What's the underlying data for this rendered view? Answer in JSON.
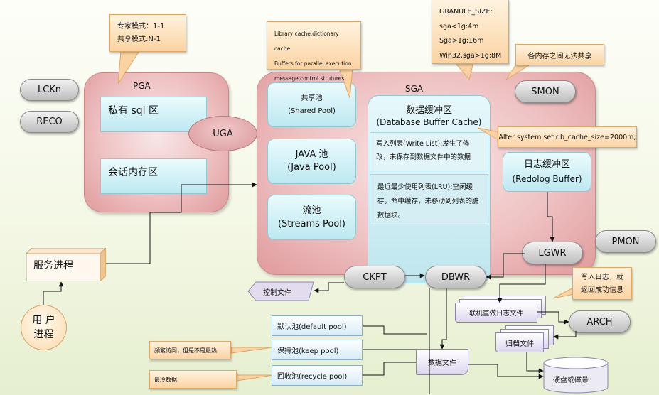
{
  "callouts": {
    "pga_modes": [
      "专家模式：1-1",
      "共享模式:N-1"
    ],
    "shared_pool_note": [
      "Library cache,dictionary cache",
      "Buffers for parallel execution",
      "message,control strutures"
    ],
    "granule": [
      "GRANULE_SIZE:",
      "sga<1g:4m",
      "Sga>1g:16m",
      "Win32,sga>1g:8M"
    ],
    "no_share": "各内存之间无法共享",
    "alter": "Alter system set db_cache_size=2000m;",
    "write_log": [
      "写入日志，就",
      "返回成功信息"
    ],
    "freq": "频繁访问，但是不是最热",
    "coldest": "最冷数据"
  },
  "pga": {
    "title": "PGA",
    "private_sql": "私有 sql 区",
    "session_mem": "会话内存区",
    "uga": "UGA"
  },
  "sga": {
    "title": "SGA"
  },
  "shared_pool": {
    "title": "共享池",
    "en": "(Shared Pool)"
  },
  "java_pool": {
    "title": "JAVA 池",
    "en": "(Java Pool)"
  },
  "streams_pool": {
    "title": "流池",
    "en": "(Streams Pool)"
  },
  "buffer_cache": {
    "title": "数据缓冲区",
    "en": "(Database Buffer Cache)",
    "write_list": "写入列表(Write  List):发生了修改，未保存到数据文件中的数据",
    "lru_list": "最近最少使用列表(LRU):空闲缓存，命中缓存，未移动到列表的脏数据块。"
  },
  "redo_buffer": {
    "title": "日志缓冲区",
    "en": "(Redolog Buffer)"
  },
  "processes": {
    "lckn": "LCKn",
    "reco": "RECO",
    "smon": "SMON",
    "pmon": "PMON",
    "lgwr": "LGWR",
    "ckpt": "CKPT",
    "dbwr": "DBWR",
    "arch": "ARCH"
  },
  "server_process": "服务进程",
  "user_process": [
    "用 户",
    "进程"
  ],
  "control_file": "控制文件",
  "online_redo": "联机重做日志文件",
  "archive_file": "归档文件",
  "data_file": "数据文件",
  "disk": "硬盘或磁带",
  "pools": {
    "default": "默认池(default pool)",
    "keep": "保持池(keep pool)",
    "recycle": "回收池(recycle pool)"
  },
  "colors": {
    "pga_fill": "#e9a7a7",
    "sga_fill": "#e8a4a6",
    "cache_fill": "#bfe6ee",
    "callout_fill": "#fbd3a2"
  }
}
